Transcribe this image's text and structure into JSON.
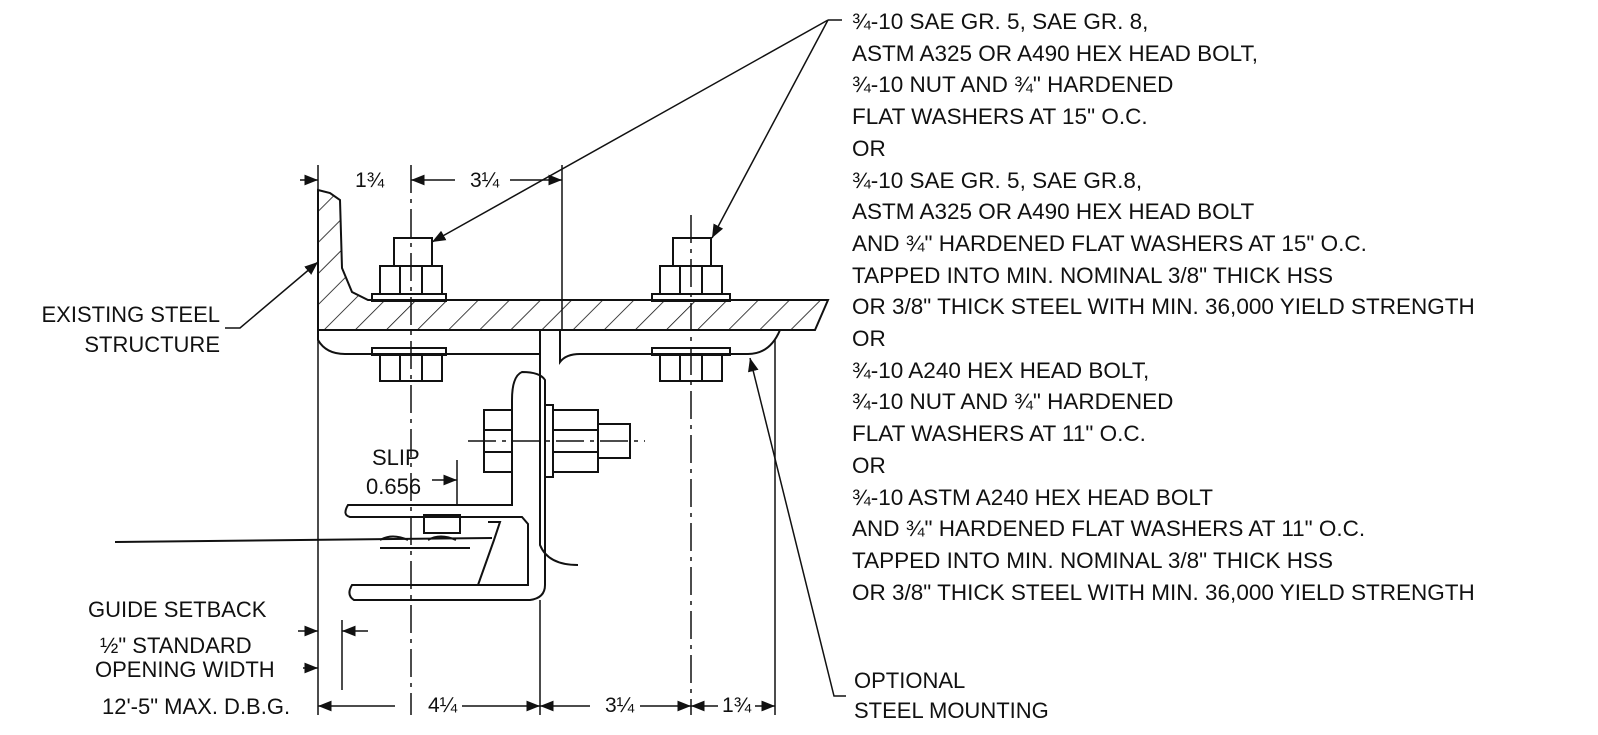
{
  "labels": {
    "existing_line1": "EXISTING STEEL",
    "existing_line2": "STRUCTURE",
    "slip_line1": "SLIP",
    "slip_line2": "0.656",
    "guide_setback": "GUIDE SETBACK",
    "standard": "½\" STANDARD",
    "opening_width": "OPENING WIDTH",
    "dbg": "12'-5\" MAX. D.B.G.",
    "optional_line1": "OPTIONAL",
    "optional_line2": "STEEL MOUNTING"
  },
  "dimensions": {
    "top_left": "1¾",
    "top_mid": "3¼",
    "bottom_1": "4¼",
    "bottom_2": "3¼",
    "bottom_3": "1¾"
  },
  "notes": [
    "¾-10 SAE GR. 5, SAE GR. 8,",
    "ASTM A325 OR A490 HEX HEAD BOLT,",
    "¾-10 NUT AND ¾\" HARDENED",
    "FLAT WASHERS AT 15\" O.C.",
    "OR",
    "¾-10 SAE GR. 5, SAE GR.8,",
    "ASTM A325 OR A490 HEX HEAD BOLT",
    "AND ¾\" HARDENED FLAT WASHERS AT 15\" O.C.",
    "TAPPED INTO MIN. NOMINAL 3/8\" THICK HSS",
    "OR 3/8\" THICK STEEL WITH MIN. 36,000 YIELD STRENGTH",
    "OR",
    "¾-10 A240 HEX HEAD BOLT,",
    "¾-10 NUT AND ¾\" HARDENED",
    "FLAT WASHERS AT 11\" O.C.",
    "OR",
    "¾-10 ASTM A240 HEX HEAD BOLT",
    "AND ¾\" HARDENED FLAT WASHERS AT 11\" O.C.",
    "TAPPED INTO MIN. NOMINAL 3/8\" THICK HSS",
    "OR 3/8\" THICK STEEL WITH MIN. 36,000 YIELD STRENGTH"
  ]
}
